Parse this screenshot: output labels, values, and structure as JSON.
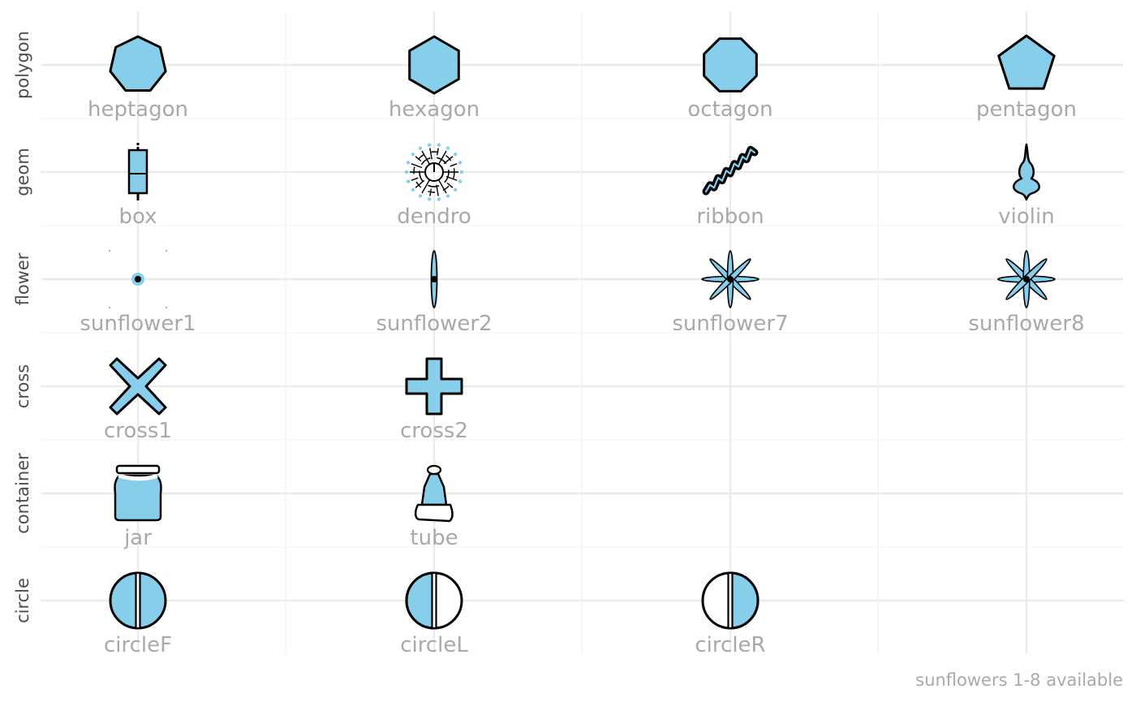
{
  "chart_data": {
    "type": "scatter",
    "caption": "sunflowers 1-8 available",
    "fill_color": "#87CEEB",
    "stroke_color": "#000000",
    "grid": true,
    "rows": [
      {
        "category": "polygon",
        "shapes": [
          "heptagon",
          "hexagon",
          "octagon",
          "pentagon"
        ]
      },
      {
        "category": "geom",
        "shapes": [
          "box",
          "dendro",
          "ribbon",
          "violin"
        ]
      },
      {
        "category": "flower",
        "shapes": [
          "sunflower1",
          "sunflower2",
          "sunflower7",
          "sunflower8"
        ]
      },
      {
        "category": "cross",
        "shapes": [
          "cross1",
          "cross2"
        ]
      },
      {
        "category": "container",
        "shapes": [
          "jar",
          "tube"
        ]
      },
      {
        "category": "circle",
        "shapes": [
          "circleF",
          "circleL",
          "circleR"
        ]
      }
    ]
  }
}
